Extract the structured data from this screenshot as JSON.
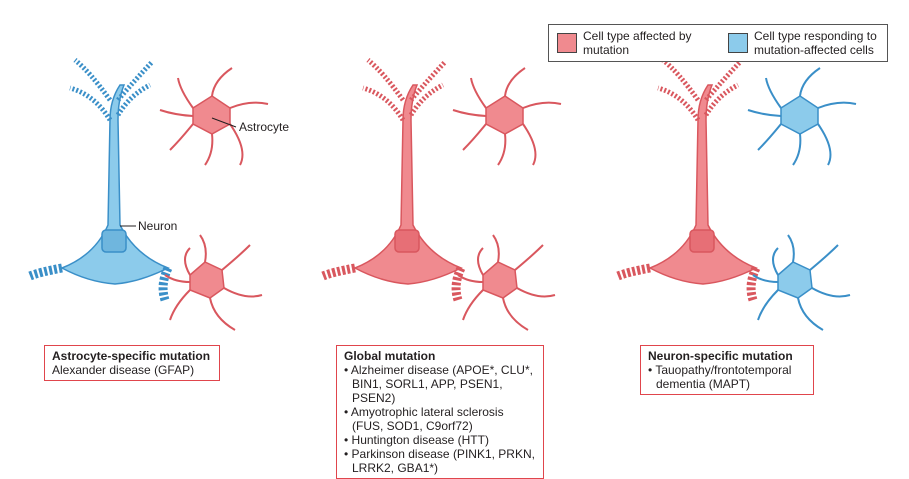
{
  "legend": {
    "affected": "Cell type affected by mutation",
    "responding": "Cell type responding to mutation-affected cells"
  },
  "labels": {
    "astrocyte": "Astrocyte",
    "neuron": "Neuron"
  },
  "colors": {
    "affected": "#f08a8f",
    "responding": "#8ccbeb",
    "affected_stroke": "#d9575e",
    "responding_stroke": "#3a8fc8"
  },
  "panels": [
    {
      "title": "Astrocyte-specific mutation",
      "items": [
        "Alexander disease (GFAP)"
      ]
    },
    {
      "title": "Global mutation",
      "items": [
        "Alzheimer disease (APOE*, CLU*, BIN1, SORL1, APP, PSEN1, PSEN2)",
        "Amyotrophic lateral sclerosis (FUS, SOD1, C9orf72)",
        "Huntington disease (HTT)",
        "Parkinson disease (PINK1, PRKN, LRRK2, GBA1*)"
      ]
    },
    {
      "title": "Neuron-specific mutation",
      "items": [
        "Tauopathy/frontotemporal dementia (MAPT)"
      ]
    }
  ]
}
